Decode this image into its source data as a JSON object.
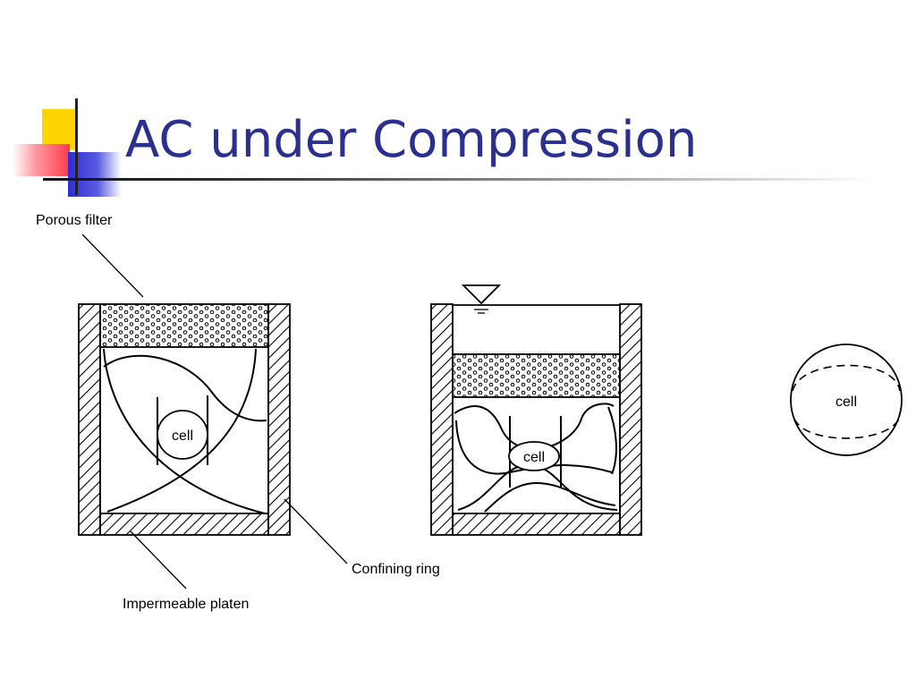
{
  "slide": {
    "title": "AC under Compression"
  },
  "diagram": {
    "labels": {
      "porous_filter": "Porous filter",
      "confining_ring": "Confining ring",
      "impermeable_platen": "Impermeable platen"
    },
    "cell_labels": [
      "cell",
      "cell",
      "cell"
    ]
  },
  "colors": {
    "title": "#2b2f8f",
    "accent_yellow": "#ffd400",
    "accent_red": "#ff3a4a",
    "accent_blue": "#2d2ed6"
  }
}
